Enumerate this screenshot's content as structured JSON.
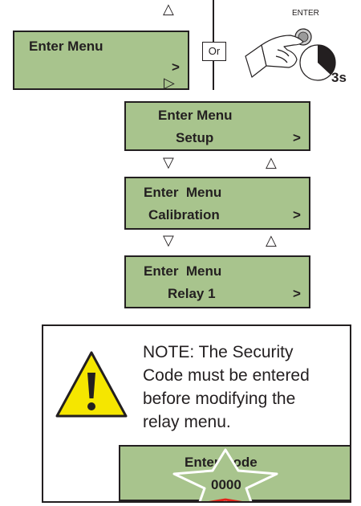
{
  "top_display": {
    "line1": "Enter Menu",
    "arrow": ">"
  },
  "or_label": "Or",
  "enter_button": {
    "label": "ENTER",
    "hold_time": "3s"
  },
  "menus": [
    {
      "line1": "Enter Menu",
      "line2": "Setup",
      "arrow": ">"
    },
    {
      "line1": "Enter  Menu",
      "line2": "Calibration",
      "arrow": ">"
    },
    {
      "line1": "Enter  Menu",
      "line2": "Relay 1",
      "arrow": ">"
    }
  ],
  "note": {
    "lines": [
      "NOTE: The Security",
      "Code must be entered",
      "before modifying the",
      "relay menu."
    ],
    "code_display": {
      "line1": "Enter Code",
      "line2": "0000"
    }
  },
  "colors": {
    "lcd": "#a8c48d",
    "outline": "#231f20",
    "warning_yellow": "#f5e600",
    "star_highlight": "#e2231a"
  }
}
